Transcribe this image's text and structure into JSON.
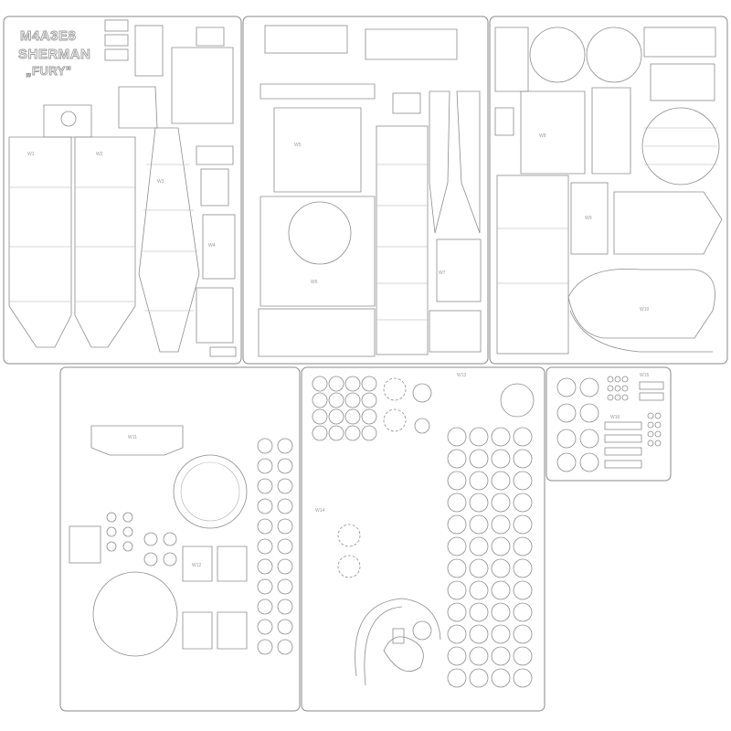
{
  "title": {
    "line1": "M4A3E8",
    "line2": "SHERMAN",
    "line3": "„FURY\""
  },
  "part_labels": [
    "W1",
    "W2",
    "W3",
    "W4",
    "W5",
    "W6",
    "W7",
    "W8",
    "W9",
    "W10",
    "W11",
    "W12",
    "W13",
    "W14",
    "W15",
    "W16"
  ],
  "colors": {
    "line": "#8c8c8c",
    "sheet_border": "#8a8a8a",
    "background": "#ffffff"
  }
}
